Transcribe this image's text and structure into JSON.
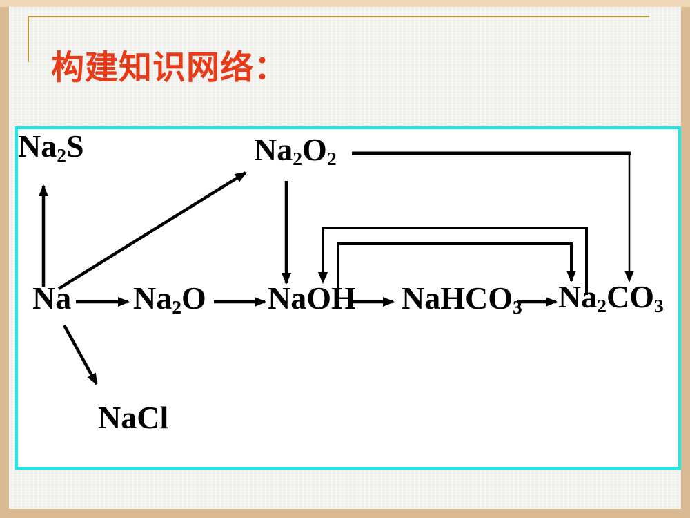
{
  "slide": {
    "title": "构建知识网络：",
    "colors": {
      "title_red": "#e83a17",
      "frame_side": "#d9ba92",
      "frame_top": "#eed8b8",
      "accent_gold": "#bd9a30",
      "background": "#f1f1ee",
      "box_border_cyan": "#1ae9e9",
      "box_background": "#ffffff",
      "diagram_ink": "#000000"
    }
  },
  "diagram": {
    "nodes": [
      {
        "id": "Na2S",
        "formula": "Na2S"
      },
      {
        "id": "Na2O2",
        "formula": "Na2O2"
      },
      {
        "id": "Na",
        "formula": "Na"
      },
      {
        "id": "Na2O",
        "formula": "Na2O"
      },
      {
        "id": "NaOH",
        "formula": "NaOH"
      },
      {
        "id": "NaHCO3",
        "formula": "NaHCO3"
      },
      {
        "id": "Na2CO3",
        "formula": "Na2CO3"
      },
      {
        "id": "NaCl",
        "formula": "NaCl"
      }
    ],
    "edges": [
      {
        "from": "Na",
        "to": "Na2S"
      },
      {
        "from": "Na",
        "to": "Na2O2"
      },
      {
        "from": "Na",
        "to": "Na2O"
      },
      {
        "from": "Na",
        "to": "NaCl"
      },
      {
        "from": "Na2O",
        "to": "NaOH"
      },
      {
        "from": "Na2O2",
        "to": "NaOH"
      },
      {
        "from": "Na2O2",
        "to": "Na2CO3"
      },
      {
        "from": "NaOH",
        "to": "NaHCO3"
      },
      {
        "from": "NaHCO3",
        "to": "Na2CO3"
      },
      {
        "from": "NaOH",
        "to": "Na2CO3"
      },
      {
        "from": "Na2CO3",
        "to": "NaOH"
      }
    ]
  }
}
